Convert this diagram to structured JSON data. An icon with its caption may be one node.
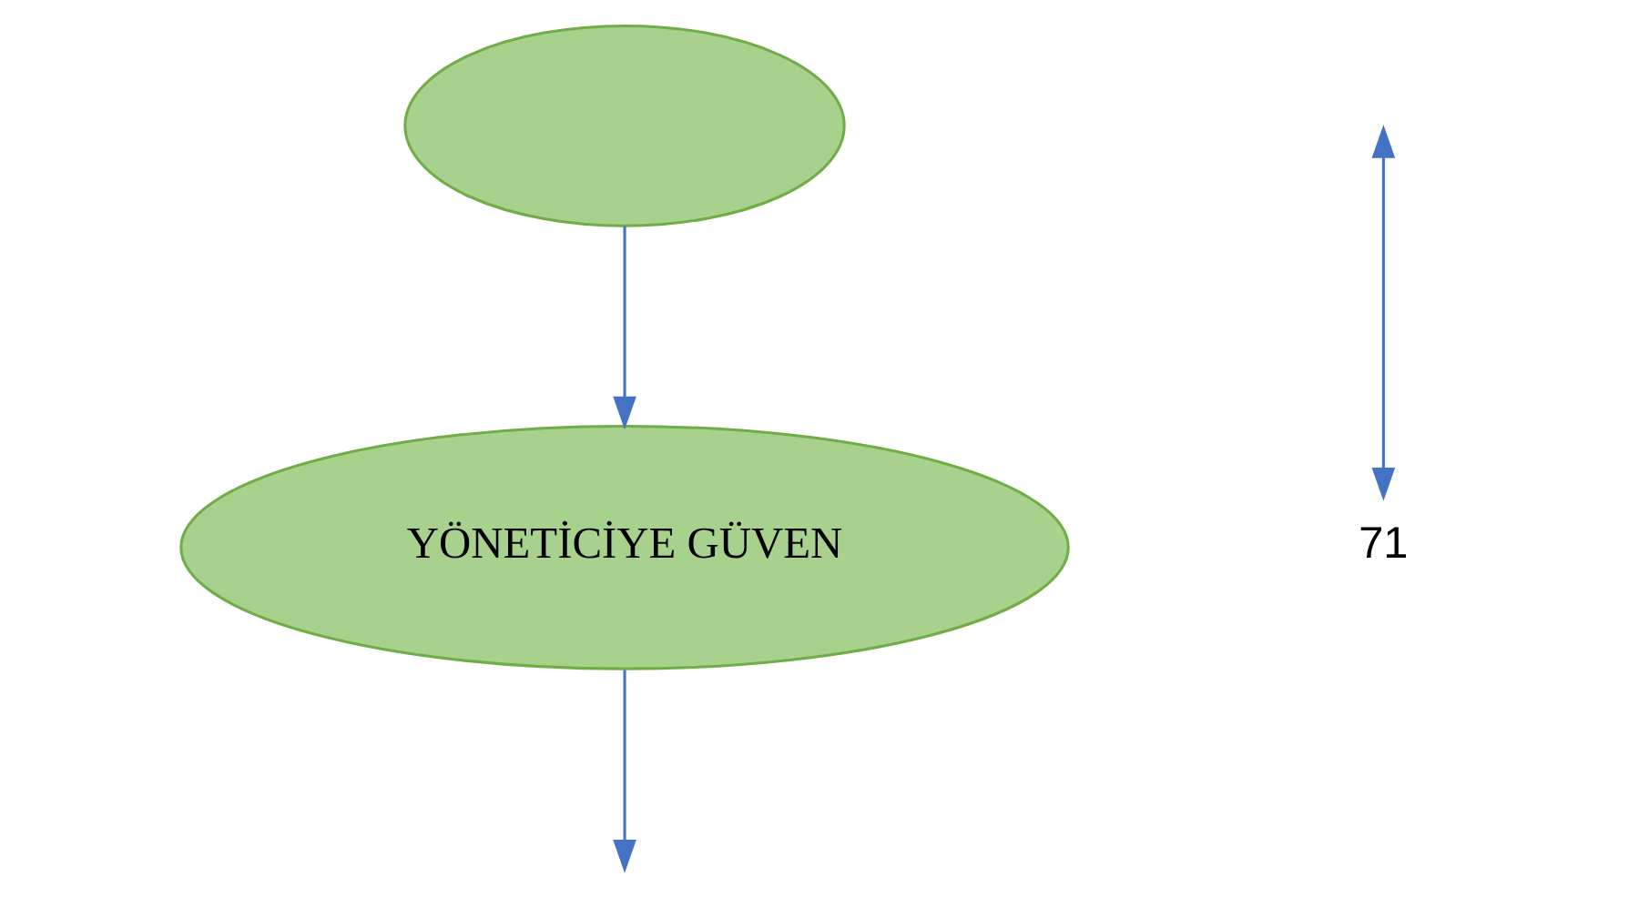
{
  "diagram": {
    "nodes": [
      {
        "text": [
          "YÖNETİCİYE GÜVEN"
        ]
      },
      {
        "text": [],
        "shape": "ellipse"
      },
      {
        "text": [
          "71"
        ]
      }
    ],
    "edges": [
      {
        "from": 1,
        "to": 0,
        "arrow": "to"
      },
      {
        "from": 0,
        "to": null,
        "arrow": "to"
      },
      {
        "from": null,
        "to": 2,
        "arrow": "both"
      }
    ]
  }
}
